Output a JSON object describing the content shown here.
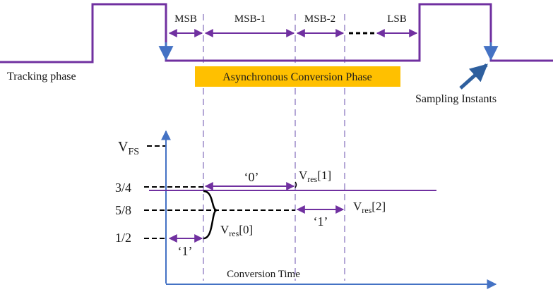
{
  "timing": {
    "segments": [
      "MSB",
      "MSB-1",
      "MSB-2",
      "LSB"
    ],
    "tracking_label": "Tracking phase",
    "conversion_label": "Asynchronous Conversion Phase",
    "sampling_label": "Sampling Instants"
  },
  "levels": {
    "vfs_main": "V",
    "vfs_sub": "FS",
    "three_quarter": "3/4",
    "five_eighth": "5/8",
    "half": "1/2"
  },
  "annotations": {
    "bit0": "‘0’",
    "bit1_mid": "‘1’",
    "bit1_low": "‘1’",
    "vres_main": "V",
    "vres_sub": "res",
    "vres1_idx": "[1]",
    "vres2_idx": "[2]",
    "vres0_idx": "[0]"
  },
  "axis": {
    "xlabel": "Conversion Time"
  },
  "colors": {
    "signal": "#7030a0",
    "axis": "#4472c4",
    "guide": "#b4a7d6",
    "highlight": "#ffc000"
  }
}
